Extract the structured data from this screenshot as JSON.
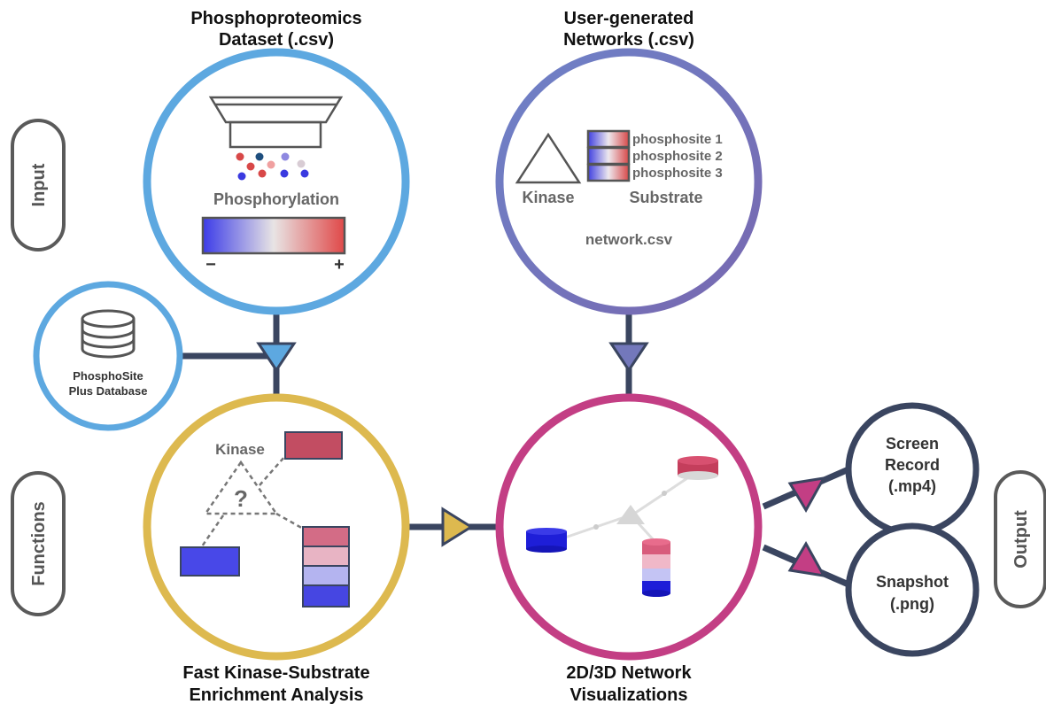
{
  "titles": {
    "phospho_line1": "Phosphoproteomics",
    "phospho_line2": "Dataset (.csv)",
    "networks_line1": "User-generated",
    "networks_line2": "Networks (.csv)",
    "ksea_line1": "Fast Kinase-Substrate",
    "ksea_line2": "Enrichment Analysis",
    "viz_line1": "2D/3D Network",
    "viz_line2": "Visualizations"
  },
  "side_labels": {
    "input": "Input",
    "functions": "Functions",
    "output": "Output"
  },
  "phospho_circle": {
    "label": "Phosphorylation",
    "minus": "−",
    "plus": "+"
  },
  "network_circle": {
    "kinase": "Kinase",
    "substrate": "Substrate",
    "file": "network.csv",
    "sites": [
      "phosphosite 1",
      "phosphosite 2",
      "phosphosite 3"
    ]
  },
  "database_circle": {
    "line1": "PhosphoSite",
    "line2": "Plus Database"
  },
  "ksea_circle": {
    "kinase": "Kinase",
    "question": "?"
  },
  "outputs": {
    "screen_line1": "Screen",
    "screen_line2": "Record",
    "screen_line3": "(.mp4)",
    "snapshot_line1": "Snapshot",
    "snapshot_line2": "(.png)"
  },
  "colors": {
    "blue_ring": "#5DA8E0",
    "purple_ring": "#7378BB",
    "gold_ring": "#DDB94F",
    "magenta_ring": "#C33E84",
    "navy": "#3A4560",
    "gray_pill": "#5A5A5A",
    "scale_low": "#3B3BE8",
    "scale_high": "#E04848"
  }
}
